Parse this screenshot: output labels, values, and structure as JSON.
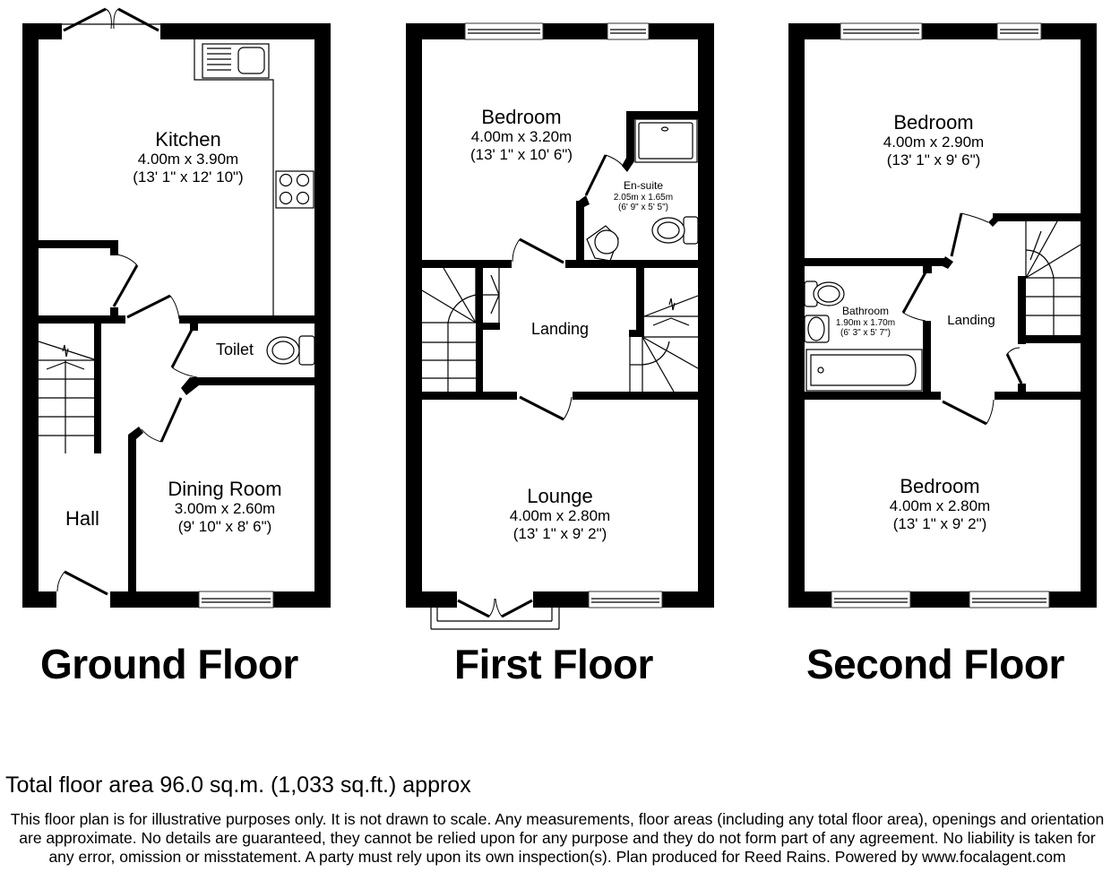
{
  "floors": [
    {
      "title": "Ground Floor",
      "rooms": [
        {
          "name": "Kitchen",
          "metric": "4.00m x 3.90m",
          "imperial": "(13' 1\" x 12' 10\")"
        },
        {
          "name": "Toilet"
        },
        {
          "name": "Dining Room",
          "metric": "3.00m x 2.60m",
          "imperial": "(9' 10\" x 8' 6\")"
        },
        {
          "name": "Hall"
        }
      ]
    },
    {
      "title": "First Floor",
      "rooms": [
        {
          "name": "Bedroom",
          "metric": "4.00m x 3.20m",
          "imperial": "(13' 1\" x 10' 6\")"
        },
        {
          "name": "En-suite",
          "metric": "2.05m x 1.65m",
          "imperial": "(6' 9\" x 5' 5\")"
        },
        {
          "name": "Landing"
        },
        {
          "name": "Lounge",
          "metric": "4.00m x 2.80m",
          "imperial": "(13' 1\" x 9' 2\")"
        }
      ]
    },
    {
      "title": "Second Floor",
      "rooms": [
        {
          "name": "Bedroom",
          "metric": "4.00m x 2.90m",
          "imperial": "(13' 1\" x 9' 6\")"
        },
        {
          "name": "Bathroom",
          "metric": "1.90m x 1.70m",
          "imperial": "(6' 3\" x 5' 7\")"
        },
        {
          "name": "Landing"
        },
        {
          "name": "Bedroom",
          "metric": "4.00m x 2.80m",
          "imperial": "(13' 1\" x 9' 2\")"
        }
      ]
    }
  ],
  "total_area": "Total floor area 96.0 sq.m. (1,033 sq.ft.) approx",
  "disclaimer": "This floor plan is for illustrative purposes only. It is not drawn to scale. Any measurements, floor areas (including any total floor area), openings and orientation are approximate. No details are guaranteed, they cannot be relied upon for any purpose and they do not form part of any agreement. No liability is taken for any error, omission or misstatement. A party must rely upon its own inspection(s). Plan produced for Reed Rains. Powered by www.focalagent.com"
}
